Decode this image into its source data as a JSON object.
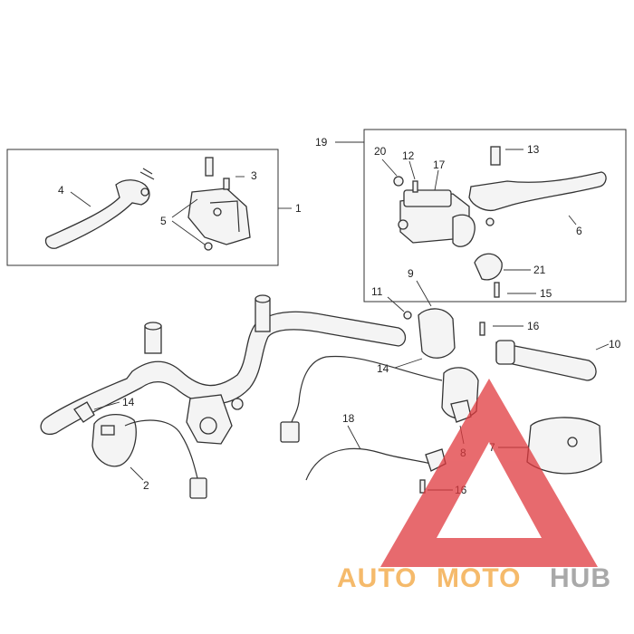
{
  "labels": {
    "l1": "1",
    "l2": "2",
    "l3": "3",
    "l4": "4",
    "l5": "5",
    "l6": "6",
    "l7": "7",
    "l8": "8",
    "l9": "9",
    "l10": "10",
    "l11": "11",
    "l12": "12",
    "l13": "13",
    "l14a": "14",
    "l14b": "14",
    "l15": "15",
    "l16a": "16",
    "l16b": "16",
    "l17": "17",
    "l18": "18",
    "l19": "19",
    "l20": "20",
    "l21": "21"
  },
  "watermark": {
    "part1": "AUTO",
    "part2": "MOTO",
    "part3": "HUB"
  },
  "colors": {
    "watermark_red": "#e0393e",
    "watermark_orange": "#f2a43a",
    "watermark_gray": "#8d8d8d"
  }
}
